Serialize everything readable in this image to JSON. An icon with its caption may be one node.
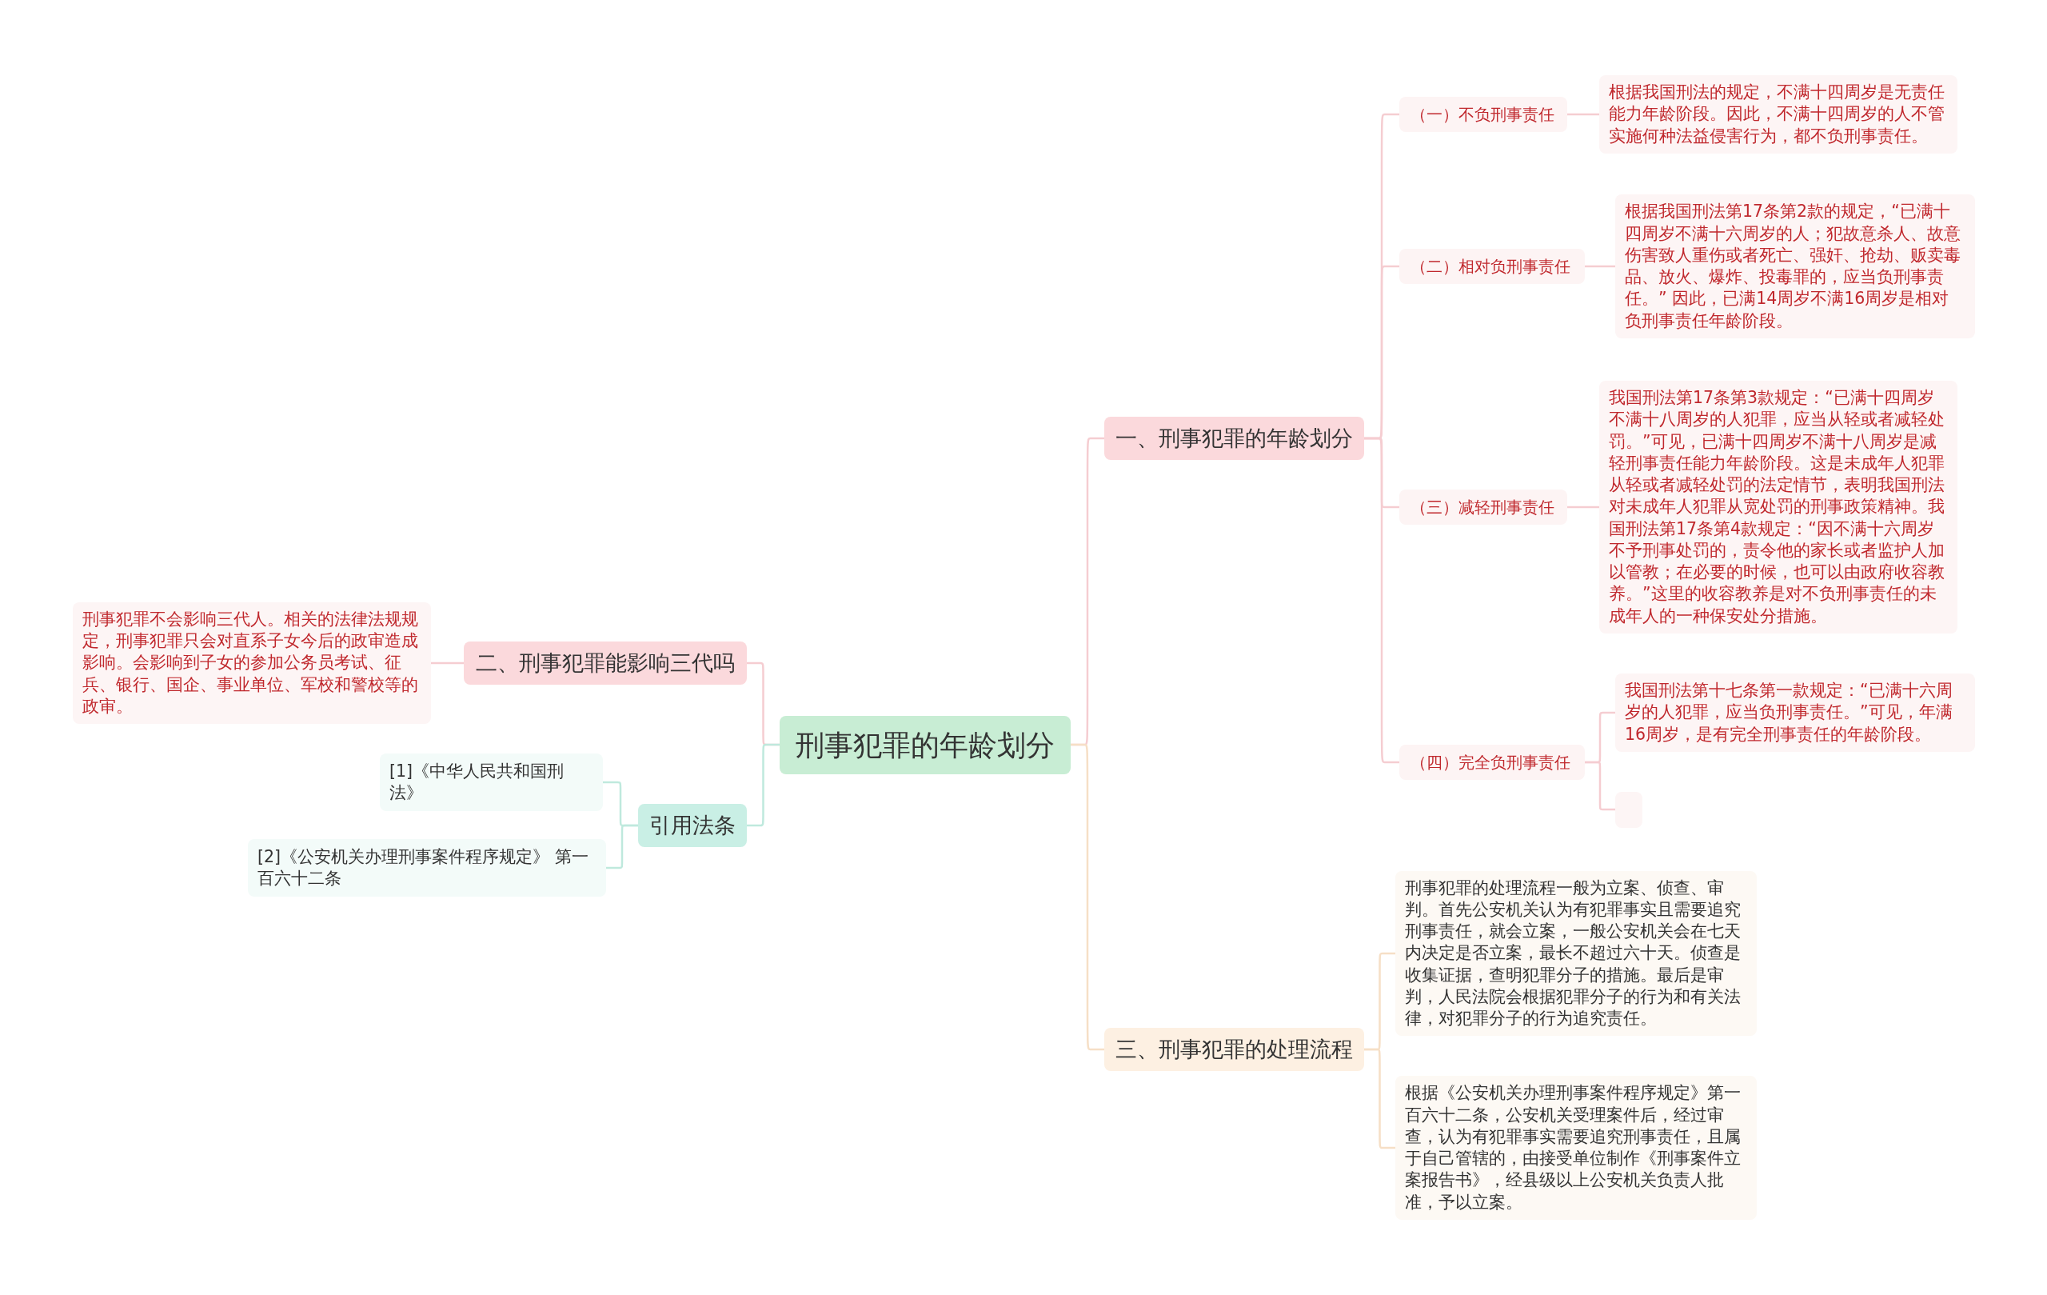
{
  "diagram": {
    "nodes": [
      {
        "text": [
          "刑事犯罪的年龄划分"
        ]
      },
      {
        "text": [
          "一、刑事犯罪的年龄划分"
        ]
      },
      {
        "text": [
          "（一）不负刑事责任"
        ]
      },
      {
        "text": [
          "根据我国刑法的规定，不满十四周岁是无责任能力年龄阶段。因此，不满十四周岁的人不管实施何种法益侵害行为，都不负刑事责任。"
        ]
      },
      {
        "text": [
          "（二）相对负刑事责任"
        ]
      },
      {
        "text": [
          "根据我国刑法第17条第2款的规定，“已满十四周岁不满十六周岁的人；犯故意杀人、故意伤害致人重伤或者死亡、强奸、抢劫、贩卖毒品、放火、爆炸、投毒罪的，应当负刑事责任。” 因此，已满14周岁不满16周岁是相对负刑事责任年龄阶段。"
        ]
      },
      {
        "text": [
          "（三）减轻刑事责任"
        ]
      },
      {
        "text": [
          "我国刑法第17条第3款规定：“已满十四周岁不满十八周岁的人犯罪，应当从轻或者减轻处罚。”可见，已满十四周岁不满十八周岁是减轻刑事责任能力年龄阶段。这是未成年人犯罪从轻或者减轻处罚的法定情节，表明我国刑法对未成年人犯罪从宽处罚的刑事政策精神。我国刑法第17条第4款规定：“因不满十六周岁不予刑事处罚的，责令他的家长或者监护人加以管教；在必要的时候，也可以由政府收容教养。”这里的收容教养是对不负刑事责任的未成年人的一种保安处分措施。"
        ]
      },
      {
        "text": [
          "（四）完全负刑事责任"
        ]
      },
      {
        "text": [
          "我国刑法第十七条第一款规定：“已满十六周岁的人犯罪，应当负刑事责任。”可见，年满16周岁，是有完全刑事责任的年龄阶段。"
        ]
      },
      {
        "text": [],
        "shape": "box"
      },
      {
        "text": [
          "二、刑事犯罪能影响三代吗"
        ]
      },
      {
        "text": [
          "刑事犯罪不会影响三代人。相关的法律法规规定，刑事犯罪只会对直系子女今后的政审造成影响。会影响到子女的参加公务员考试、征兵、银行、国企、事业单位、军校和警校等的政审。"
        ]
      },
      {
        "text": [
          "引用法条"
        ]
      },
      {
        "text": [
          "[1]《中华人民共和国刑法》"
        ]
      },
      {
        "text": [
          "[2]《公安机关办理刑事案件程序规定》 第一百六十二条"
        ]
      },
      {
        "text": [
          "三、刑事犯罪的处理流程"
        ]
      },
      {
        "text": [
          "刑事犯罪的处理流程一般为立案、侦查、审判。首先公安机关认为有犯罪事实且需要追究刑事责任，就会立案，一般公安机关会在七天内决定是否立案，最长不超过六十天。侦查是收集证据，查明犯罪分子的措施。最后是审判，人民法院会根据犯罪分子的行为和有关法律，对犯罪分子的行为追究责任。"
        ]
      },
      {
        "text": [
          "根据《公安机关办理刑事案件程序规定》第一百六十二条，公安机关受理案件后，经过审查，认为有犯罪事实需要追究刑事责任，且属于自己管辖的，由接受单位制作《刑事案件立案报告书》，经县级以上公安机关负责人批准，予以立案。"
        ]
      }
    ],
    "edges": [
      {
        "from": 0,
        "to": 1,
        "arrow": "none"
      },
      {
        "from": 1,
        "to": 2,
        "arrow": "none"
      },
      {
        "from": 2,
        "to": 3,
        "arrow": "none"
      },
      {
        "from": 1,
        "to": 4,
        "arrow": "none"
      },
      {
        "from": 4,
        "to": 5,
        "arrow": "none"
      },
      {
        "from": 1,
        "to": 6,
        "arrow": "none"
      },
      {
        "from": 6,
        "to": 7,
        "arrow": "none"
      },
      {
        "from": 1,
        "to": 8,
        "arrow": "none"
      },
      {
        "from": 8,
        "to": 9,
        "arrow": "none"
      },
      {
        "from": 8,
        "to": 10,
        "arrow": "none"
      },
      {
        "from": 0,
        "to": 11,
        "arrow": "none"
      },
      {
        "from": 11,
        "to": 12,
        "arrow": "none"
      },
      {
        "from": 0,
        "to": 13,
        "arrow": "none",
        "color": "#bfe9dd"
      },
      {
        "from": 13,
        "to": 14,
        "arrow": "none",
        "color": "#bfe9dd"
      },
      {
        "from": 13,
        "to": 15,
        "arrow": "none",
        "color": "#bfe9dd"
      },
      {
        "from": 0,
        "to": 16,
        "arrow": "none",
        "color": "#f6dfc6"
      },
      {
        "from": 16,
        "to": 17,
        "arrow": "none",
        "color": "#f6dfc6"
      },
      {
        "from": 16,
        "to": 18,
        "arrow": "none",
        "color": "#f6dfc6"
      }
    ]
  }
}
